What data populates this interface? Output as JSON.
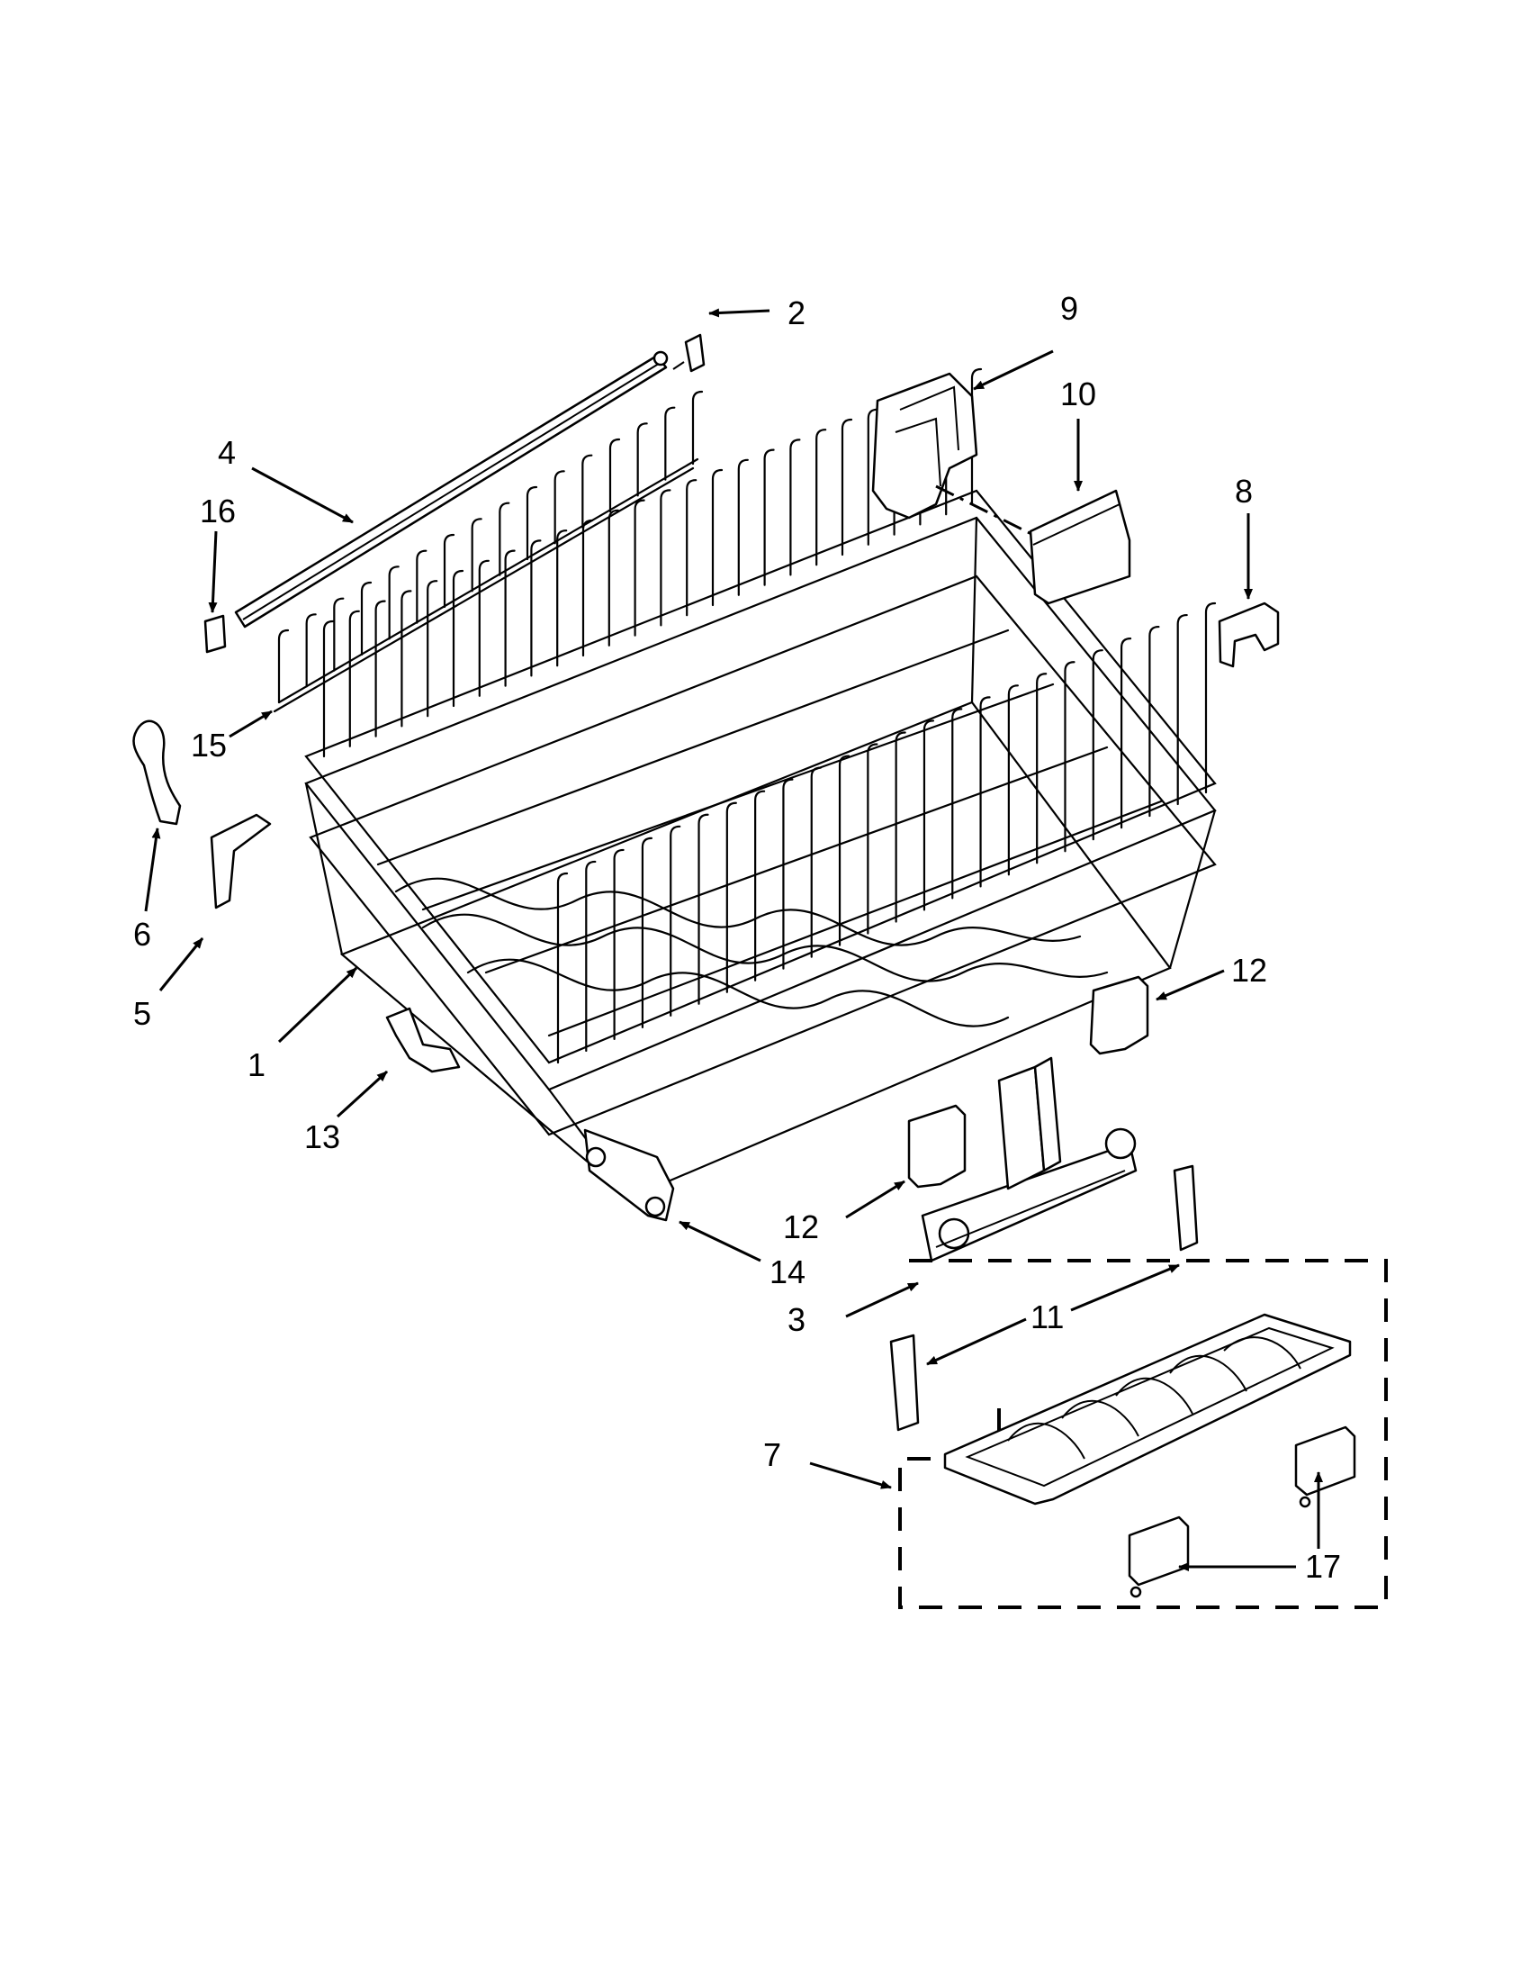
{
  "callouts": {
    "c1": "1",
    "c2": "2",
    "c3": "3",
    "c4": "4",
    "c5": "5",
    "c6": "6",
    "c7": "7",
    "c8": "8",
    "c9": "9",
    "c10": "10",
    "c11": "11",
    "c12a": "12",
    "c12b": "12",
    "c13": "13",
    "c14": "14",
    "c15": "15",
    "c16": "16",
    "c17": "17"
  }
}
